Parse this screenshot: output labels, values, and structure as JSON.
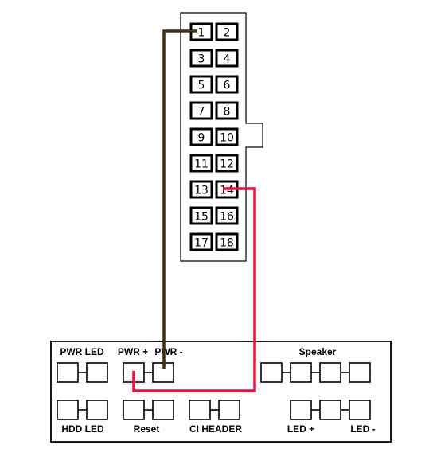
{
  "connector": {
    "pins": [
      "1",
      "2",
      "3",
      "4",
      "5",
      "6",
      "7",
      "8",
      "9",
      "10",
      "11",
      "12",
      "13",
      "14",
      "15",
      "16",
      "17",
      "18"
    ]
  },
  "front_panel": {
    "labels": {
      "pwr_led": "PWR LED",
      "pwr_plus": "PWR +",
      "pwr_minus": "PWR -",
      "speaker": "Speaker",
      "hdd_led": "HDD LED",
      "reset": "Reset",
      "ci_header": "CI HEADER",
      "led_plus": "LED +",
      "led_minus": "LED -"
    }
  },
  "colors": {
    "wire_brown": "#3f2f14",
    "wire_red": "#e0143c",
    "outline": "#000000"
  }
}
